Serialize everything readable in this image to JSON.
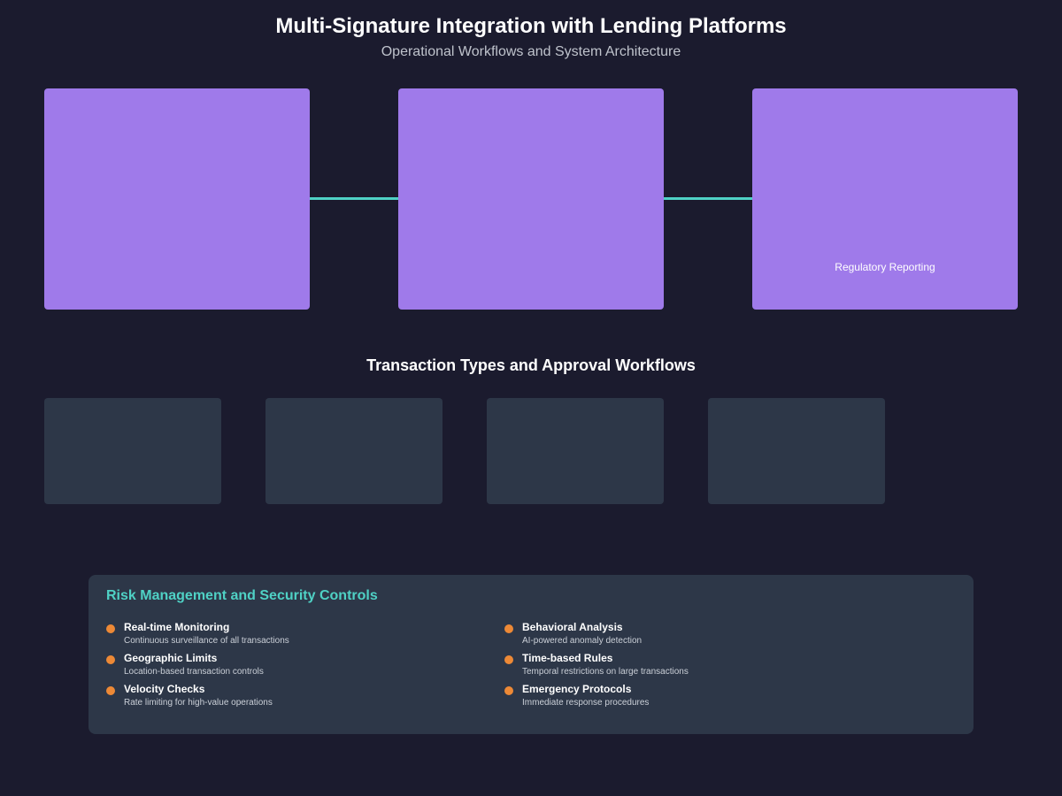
{
  "header": {
    "title": "Multi-Signature Integration with Lending Platforms",
    "subtitle": "Operational Workflows and System Architecture"
  },
  "architecture": {
    "box_color": "#9f7aea",
    "connector_color": "#4fd1c5",
    "boxes": [
      {
        "label": ""
      },
      {
        "label": ""
      },
      {
        "label": "Regulatory Reporting"
      }
    ]
  },
  "transactions": {
    "title": "Transaction Types and Approval Workflows",
    "card_color": "#2d3748",
    "cards": [
      {
        "label": ""
      },
      {
        "label": ""
      },
      {
        "label": ""
      },
      {
        "label": ""
      }
    ]
  },
  "risk": {
    "title": "Risk Management and Security Controls",
    "title_color": "#4fd1c5",
    "bullet_color": "#ed8936",
    "items": [
      {
        "name": "Real-time Monitoring",
        "desc": "Continuous surveillance of all transactions"
      },
      {
        "name": "Behavioral Analysis",
        "desc": "AI-powered anomaly detection"
      },
      {
        "name": "Geographic Limits",
        "desc": "Location-based transaction controls"
      },
      {
        "name": "Time-based Rules",
        "desc": "Temporal restrictions on large transactions"
      },
      {
        "name": "Velocity Checks",
        "desc": "Rate limiting for high-value operations"
      },
      {
        "name": "Emergency Protocols",
        "desc": "Immediate response procedures"
      }
    ]
  }
}
